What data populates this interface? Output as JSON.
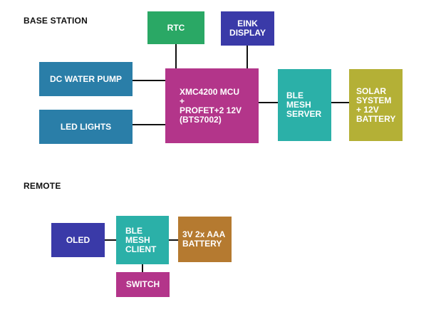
{
  "sections": {
    "base_station": "BASE STATION",
    "remote": "REMOTE"
  },
  "blocks": {
    "rtc": {
      "lines": [
        "RTC"
      ],
      "color": "#2aa865"
    },
    "eink": {
      "lines": [
        "EINK",
        "DISPLAY"
      ],
      "color": "#3a3aa8"
    },
    "pump": {
      "lines": [
        "DC WATER PUMP"
      ],
      "color": "#2a7ea8"
    },
    "led": {
      "lines": [
        "LED LIGHTS"
      ],
      "color": "#2a7ea8"
    },
    "mcu": {
      "lines": [
        "XMC4200 MCU",
        "+",
        "PROFET+2 12V",
        "(BTS7002)"
      ],
      "color": "#b3358a"
    },
    "ble_server": {
      "lines": [
        "BLE",
        "MESH",
        "SERVER"
      ],
      "color": "#2bb0a8"
    },
    "solar": {
      "lines": [
        "SOLAR",
        "SYSTEM",
        "+ 12V",
        "BATTERY"
      ],
      "color": "#b4b036"
    },
    "oled": {
      "lines": [
        "OLED"
      ],
      "color": "#3a3aa8"
    },
    "ble_client": {
      "lines": [
        "BLE",
        "MESH",
        "CLIENT"
      ],
      "color": "#2bb0a8"
    },
    "battery": {
      "lines": [
        "3V 2x AAA",
        "BATTERY"
      ],
      "color": "#b57a30"
    },
    "switch": {
      "lines": [
        "SWITCH"
      ],
      "color": "#b3358a"
    }
  }
}
